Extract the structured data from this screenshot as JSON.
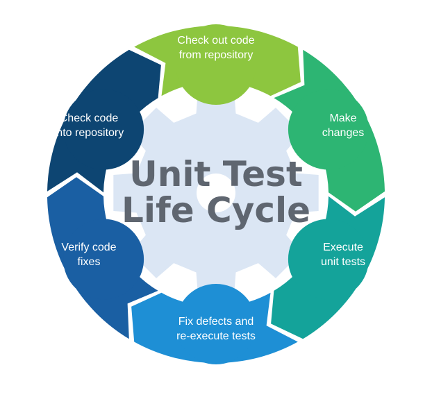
{
  "title": {
    "line1": "Unit Test",
    "line2": "Life Cycle"
  },
  "steps": [
    {
      "line1": "Check out code",
      "line2": "from repository",
      "color": "#8dc63f"
    },
    {
      "line1": "Make",
      "line2": "changes",
      "color": "#2db573"
    },
    {
      "line1": "Execute",
      "line2": "unit tests",
      "color": "#14a39a"
    },
    {
      "line1": "Fix defects and",
      "line2": "re-execute tests",
      "color": "#1e8fd5"
    },
    {
      "line1": "Verify code",
      "line2": "fixes",
      "color": "#1a5fa3"
    },
    {
      "line1": "Check code",
      "line2": "into repository",
      "color": "#0d4572"
    }
  ],
  "colors": {
    "gear": "#dbe6f4",
    "title": "#5f6670"
  }
}
